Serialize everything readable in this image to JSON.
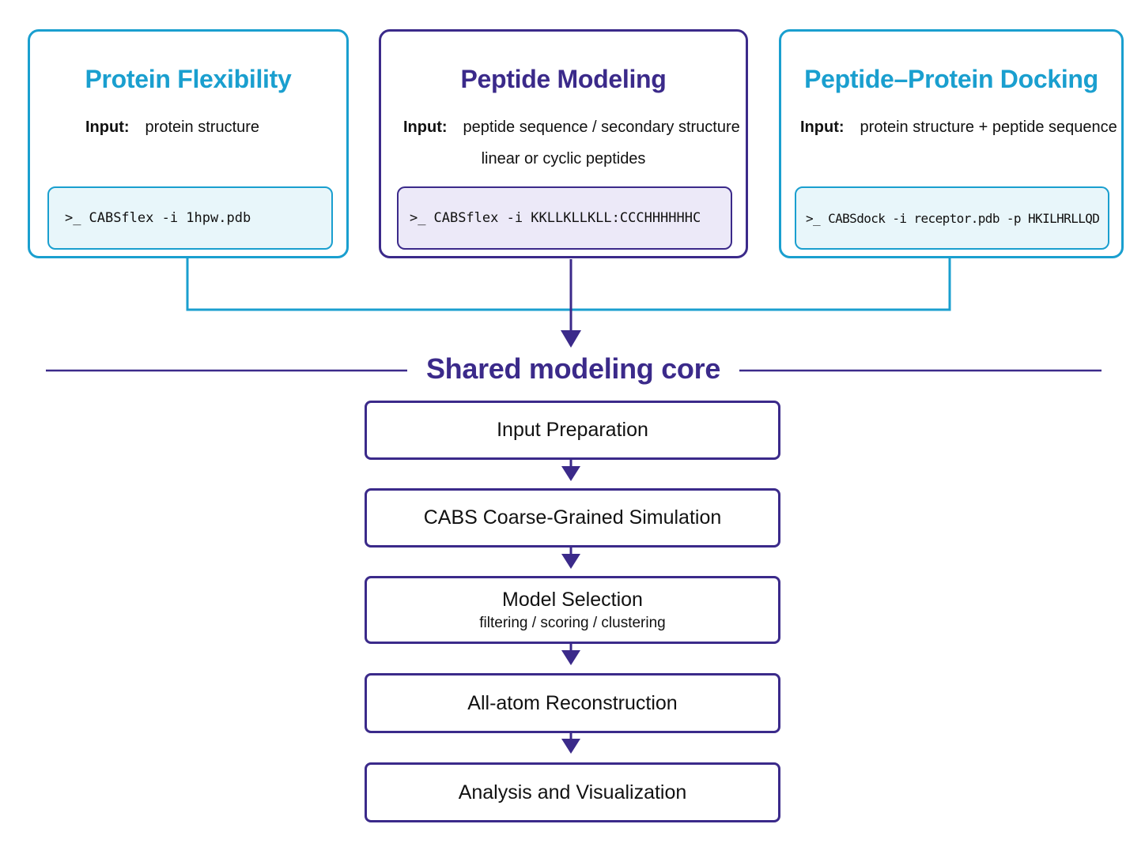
{
  "colors": {
    "teal": "#1a9fcf",
    "purple": "#3b2a8a",
    "teal_fill": "#e8f6fa",
    "purple_fill": "#ece9f8"
  },
  "modules": [
    {
      "title": "Protein Flexibility",
      "input_label": "Input:",
      "input_text": "protein structure",
      "input_subtext": "",
      "prompt": ">_",
      "command": "CABSflex -i 1hpw.pdb"
    },
    {
      "title": "Peptide Modeling",
      "input_label": "Input:",
      "input_text": "peptide sequence / secondary structure",
      "input_subtext": "linear or cyclic peptides",
      "prompt": ">_",
      "command": "CABSflex -i KKLLKLLKLL:CCCHHHHHHC"
    },
    {
      "title": "Peptide–Protein Docking",
      "input_label": "Input:",
      "input_text": "protein structure + peptide sequence",
      "input_subtext": "",
      "prompt": ">_",
      "command": "CABSdock -i receptor.pdb -p HKILHRLLQD"
    }
  ],
  "core": {
    "title": "Shared modeling core",
    "steps": [
      {
        "label": "Input Preparation",
        "sublabel": ""
      },
      {
        "label": "CABS Coarse-Grained Simulation",
        "sublabel": ""
      },
      {
        "label": "Model Selection",
        "sublabel": "filtering / scoring / clustering"
      },
      {
        "label": "All-atom Reconstruction",
        "sublabel": ""
      },
      {
        "label": "Analysis and Visualization",
        "sublabel": ""
      }
    ]
  }
}
